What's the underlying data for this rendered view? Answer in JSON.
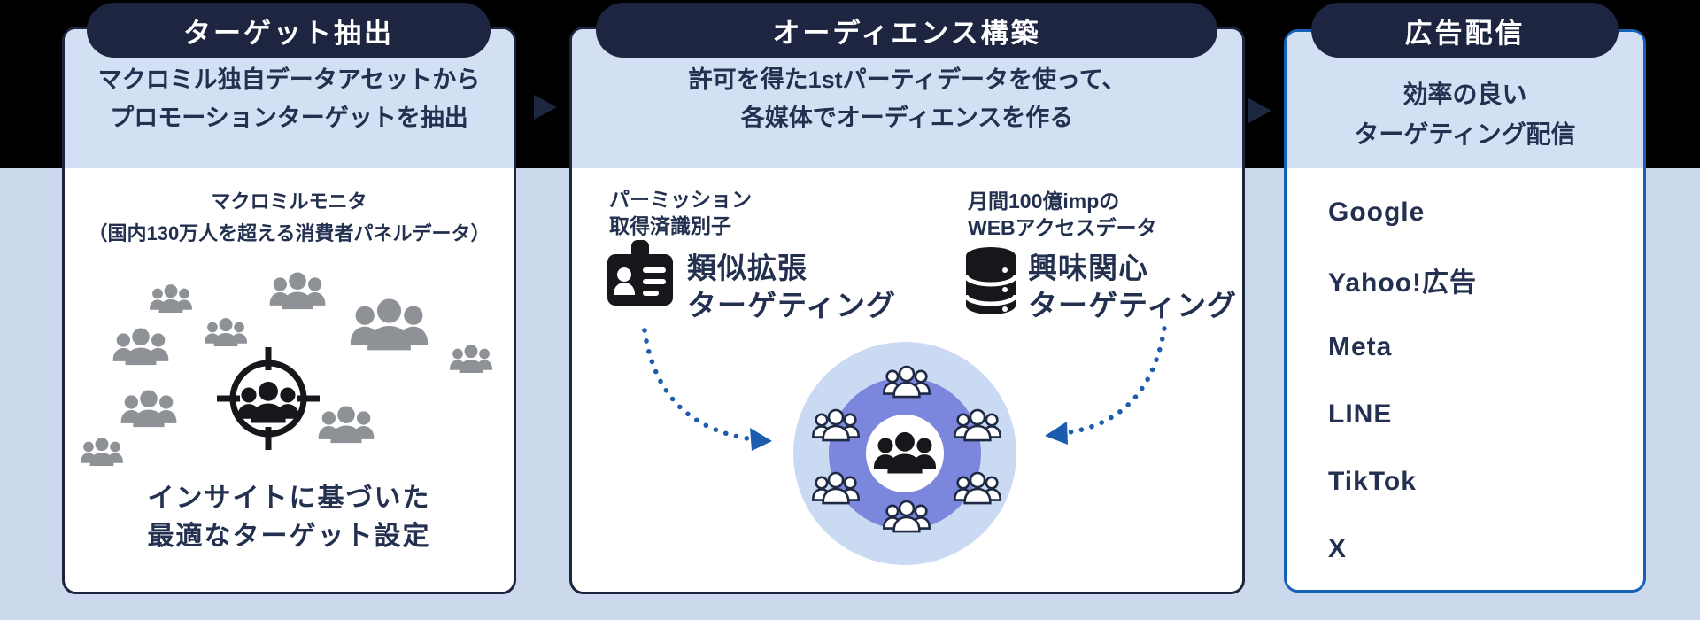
{
  "colors": {
    "top_band": "#000000",
    "page_bg": "#CCD9EC",
    "pill_bg": "#1D2540",
    "panel_border": "#1D2540",
    "panel3_border": "#1660B5",
    "subtitle_band_bg": "#D3DFF2",
    "text_navy": "#23304F",
    "dotted_arrow_blue": "#1B5CAD",
    "audience_ring_purple": "#7B86DD",
    "audience_outer_blue": "#CBDAF3",
    "gray_people": "#8E9296",
    "black_icon": "#15171A"
  },
  "icons": {
    "flow_separator": "right-triangle-arrow-icon",
    "panel1_scatter": "people-group-icon",
    "panel1_center": "target-crosshair-icon",
    "feature_left": "id-card-icon",
    "feature_right": "database-icon",
    "audience_people": "people-group-icon",
    "curved_arrows": "dotted-curved-arrow-icon"
  },
  "panels": [
    {
      "header": "ターゲット抽出",
      "subtitle_lines": [
        "マクロミル独自データアセットから",
        "プロモーションターゲットを抽出"
      ],
      "caption_lines": [
        "マクロミルモニタ",
        "（国内130万人を超える消費者パネルデータ）"
      ],
      "footer_lines": [
        "インサイトに基づいた",
        "最適なターゲット設定"
      ]
    },
    {
      "header": "オーディエンス構築",
      "subtitle_lines": [
        "許可を得た1stパーティデータを使って、",
        "各媒体でオーディエンスを作る"
      ],
      "features": [
        {
          "note_lines": [
            "パーミッション",
            "取得済識別子"
          ],
          "icon": "id-card-icon",
          "title_lines": [
            "類似拡張",
            "ターゲティング"
          ]
        },
        {
          "note_lines": [
            "月間100億impの",
            "WEBアクセスデータ"
          ],
          "icon": "database-icon",
          "title_lines": [
            "興味関心",
            "ターゲティング"
          ]
        }
      ]
    },
    {
      "header": "広告配信",
      "subtitle_lines": [
        "効率の良い",
        "ターゲティング配信"
      ],
      "channels": [
        "Google",
        "Yahoo!広告",
        "Meta",
        "LINE",
        "TikTok",
        "X"
      ]
    }
  ]
}
